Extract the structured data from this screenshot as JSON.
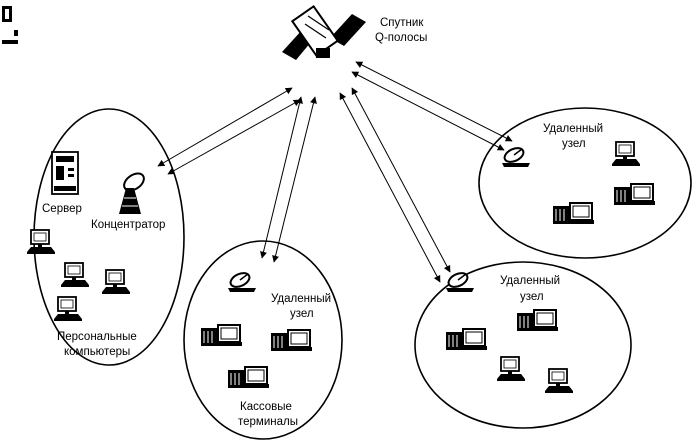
{
  "labels": {
    "satellite_line1": "Спутник",
    "satellite_line2": "Q-полосы",
    "server": "Сервер",
    "hub": "Концентратор",
    "pcs_line1": "Персональные",
    "pcs_line2": "компьютеры",
    "remote_node_line1": "Удаленный",
    "remote_node_line2": "узел",
    "pos_line1": "Кассовые",
    "pos_line2": "терминалы"
  },
  "colors": {
    "ink": "#000000",
    "background": "#ffffff"
  },
  "icons": [
    "satellite-icon",
    "server-icon",
    "dish-icon",
    "computer-icon",
    "terminal-icon",
    "arrow-icon"
  ]
}
